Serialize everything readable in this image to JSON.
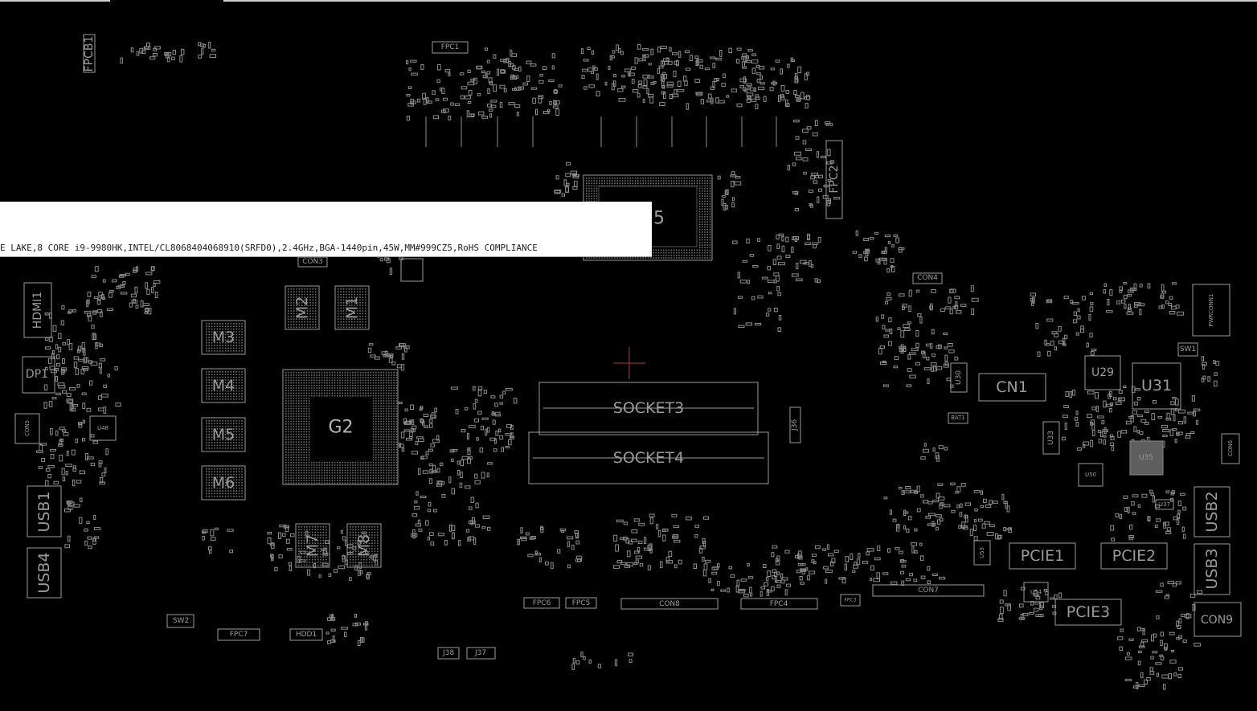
{
  "viewer": {
    "tooltip_text": "E LAKE,8 CORE i9-9980HK,INTEL/CL8068404068910(SRFD0),2.4GHz,BGA-1440pin,45W,MM#999CZ5,RoHS COMPLIANCE"
  },
  "components": {
    "fpcb1": "FPCB1",
    "fpc1": "FPC1",
    "fpc2": "FPC2",
    "u5_partial": "5",
    "con3": "CON3",
    "con4": "CON4",
    "hdmi1": "HDMI1",
    "dp1": "DP1",
    "m1": "M1",
    "m2": "M2",
    "m3": "M3",
    "m4": "M4",
    "m5": "M5",
    "m6": "M6",
    "m7": "M7",
    "m8": "M8",
    "g2": "G2",
    "socket3": "SOCKET3",
    "socket4": "SOCKET4",
    "usb1": "USB1",
    "usb4": "USB4",
    "usb2": "USB2",
    "usb3": "USB3",
    "sw1": "SW1",
    "sw2": "SW2",
    "fpc7": "FPC7",
    "hdd1": "HDD1",
    "j38": "J38",
    "j37": "J37",
    "j36": "J36",
    "fpc6": "FPC6",
    "fpc5": "FPC5",
    "con8": "CON8",
    "fpc4": "FPC4",
    "fpc3": "FPC3",
    "con7": "CON7",
    "cn1": "CN1",
    "u29": "U29",
    "u30": "U30",
    "u31": "U31",
    "u33": "U33",
    "u35": "U35",
    "u37": "U37",
    "u50": "U50",
    "u48": "U48",
    "u54": "U54",
    "u53": "U53",
    "bat1": "BAT1",
    "pwrconn1": "PWRCONN1",
    "con6": "CON6",
    "con5": "CON5",
    "pcie1": "PCIE1",
    "pcie2": "PCIE2",
    "pcie3": "PCIE3",
    "con9": "CON9"
  }
}
